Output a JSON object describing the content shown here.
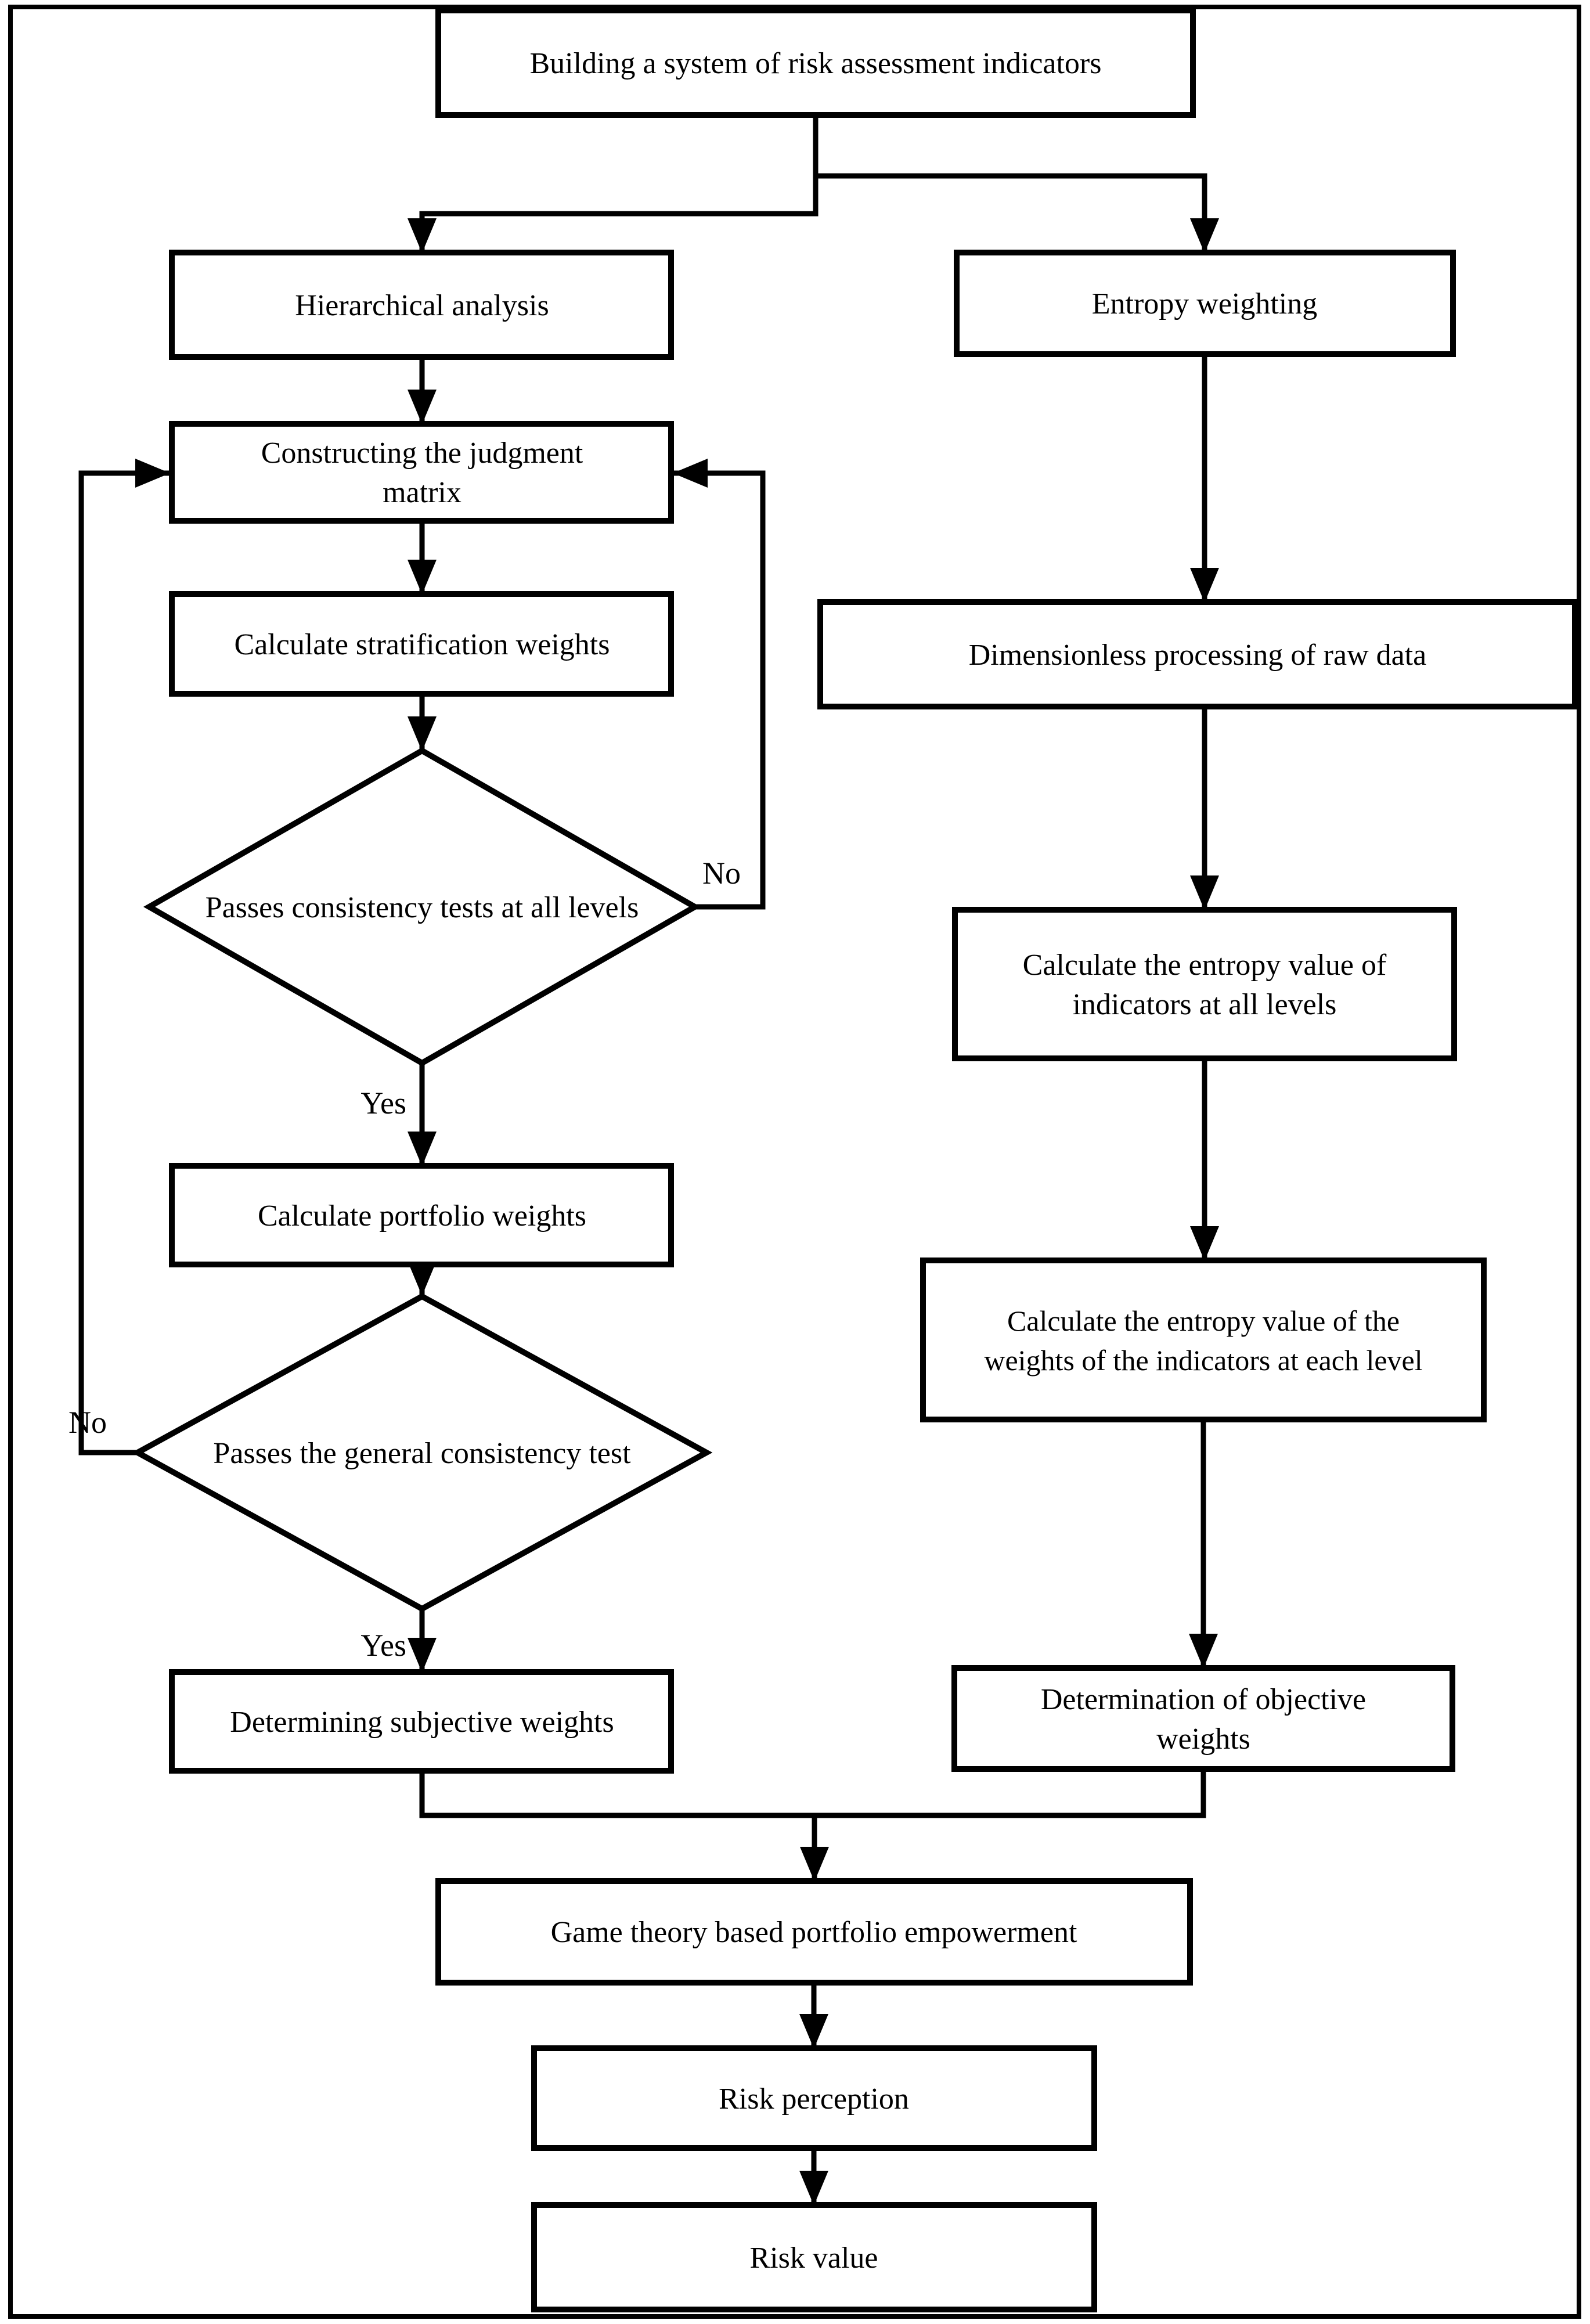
{
  "diagram": {
    "kind": "flowchart",
    "description": "Risk assessment weighting methodology flowchart combining hierarchical analysis (AHP) and entropy weighting through game theory",
    "colors": {
      "background": "#ffffff",
      "stroke": "#000000",
      "box_fill": "#ffffff",
      "text": "#000000"
    }
  },
  "nodes": {
    "building_system": {
      "label": "Building a system of risk assessment indicators"
    },
    "hierarchical_analysis": {
      "label": "Hierarchical analysis"
    },
    "judgment_matrix": {
      "lines": [
        "Constructing the judgment",
        "matrix"
      ]
    },
    "stratification_weights": {
      "label": "Calculate stratification weights"
    },
    "consistency_all_levels": {
      "label": "Passes consistency tests at all levels"
    },
    "portfolio_weights": {
      "label": "Calculate portfolio weights"
    },
    "general_consistency": {
      "label": "Passes the general consistency test"
    },
    "subjective_weights": {
      "label": "Determining subjective weights"
    },
    "entropy_weighting": {
      "label": "Entropy weighting"
    },
    "dimensionless_processing": {
      "label": "Dimensionless processing of raw data"
    },
    "entropy_value_indicators": {
      "lines": [
        "Calculate the entropy value of",
        "indicators at all levels"
      ]
    },
    "entropy_value_weights": {
      "lines": [
        "Calculate the entropy value of the",
        "weights of the indicators at each level"
      ]
    },
    "objective_weights": {
      "lines": [
        "Determination of objective",
        "weights"
      ]
    },
    "game_theory": {
      "label": "Game theory based portfolio empowerment"
    },
    "risk_perception": {
      "label": "Risk perception"
    },
    "risk_value": {
      "label": "Risk value"
    }
  },
  "edge_labels": {
    "consistency_no": "No",
    "consistency_yes": "Yes",
    "general_no": "No",
    "general_yes": "Yes"
  }
}
